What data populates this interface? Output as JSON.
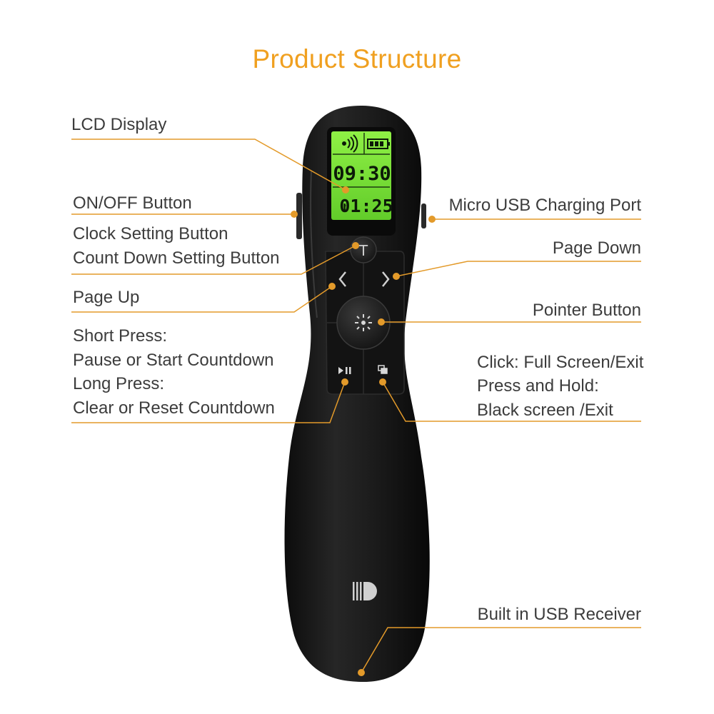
{
  "title": "Product Structure",
  "labels": {
    "lcd_display": "LCD Display",
    "on_off": "ON/OFF Button",
    "clock_setting": "Clock Setting Button",
    "countdown_setting": "Count Down Setting Button",
    "page_up": "Page Up",
    "short_press": "Short Press:",
    "pause_start": "Pause or Start Countdown",
    "long_press": "Long Press:",
    "clear_reset": "Clear or Reset Countdown",
    "micro_usb": "Micro USB Charging Port",
    "page_down": "Page Down",
    "pointer": "Pointer  Button",
    "click_full": "Click: Full Screen/Exit",
    "press_hold": "Press and Hold:",
    "black_screen": "Black screen /Exit",
    "usb_receiver": "Built in USB Receiver"
  },
  "lcd": {
    "clock": "09:30",
    "countdown": "01:25"
  },
  "colors": {
    "accent": "#f0a020",
    "leader": "#e39a2a",
    "body": "#1b1b1b",
    "lcd": "#7ee03a"
  }
}
